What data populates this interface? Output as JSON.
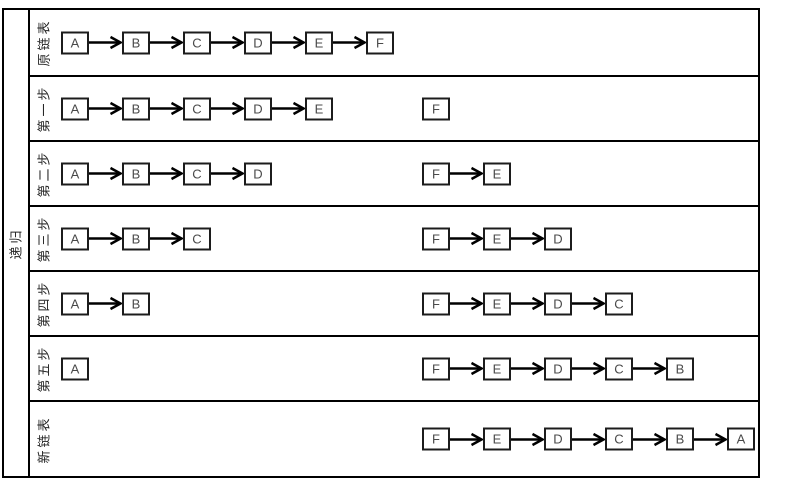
{
  "table": {
    "left_header": "递归",
    "rows": [
      {
        "label": "原链表",
        "left_chain": [
          "A",
          "B",
          "C",
          "D",
          "E",
          "F"
        ],
        "right_chain": []
      },
      {
        "label": "第一步",
        "left_chain": [
          "A",
          "B",
          "C",
          "D",
          "E"
        ],
        "right_chain": [
          "F"
        ]
      },
      {
        "label": "第二步",
        "left_chain": [
          "A",
          "B",
          "C",
          "D"
        ],
        "right_chain": [
          "F",
          "E"
        ]
      },
      {
        "label": "第三步",
        "left_chain": [
          "A",
          "B",
          "C"
        ],
        "right_chain": [
          "F",
          "E",
          "D"
        ]
      },
      {
        "label": "第四步",
        "left_chain": [
          "A",
          "B"
        ],
        "right_chain": [
          "F",
          "E",
          "D",
          "C"
        ]
      },
      {
        "label": "第五步",
        "left_chain": [
          "A"
        ],
        "right_chain": [
          "F",
          "E",
          "D",
          "C",
          "B"
        ]
      },
      {
        "label": "新链表",
        "left_chain": [],
        "right_chain": [
          "F",
          "E",
          "D",
          "C",
          "B",
          "A"
        ]
      }
    ]
  },
  "colors": {
    "table_border": "#000000",
    "box_border": "#1c1c1c",
    "box_text": "#4a4a4a",
    "label_text": "#262626",
    "background": "#ffffff",
    "arrow": "#000000"
  }
}
